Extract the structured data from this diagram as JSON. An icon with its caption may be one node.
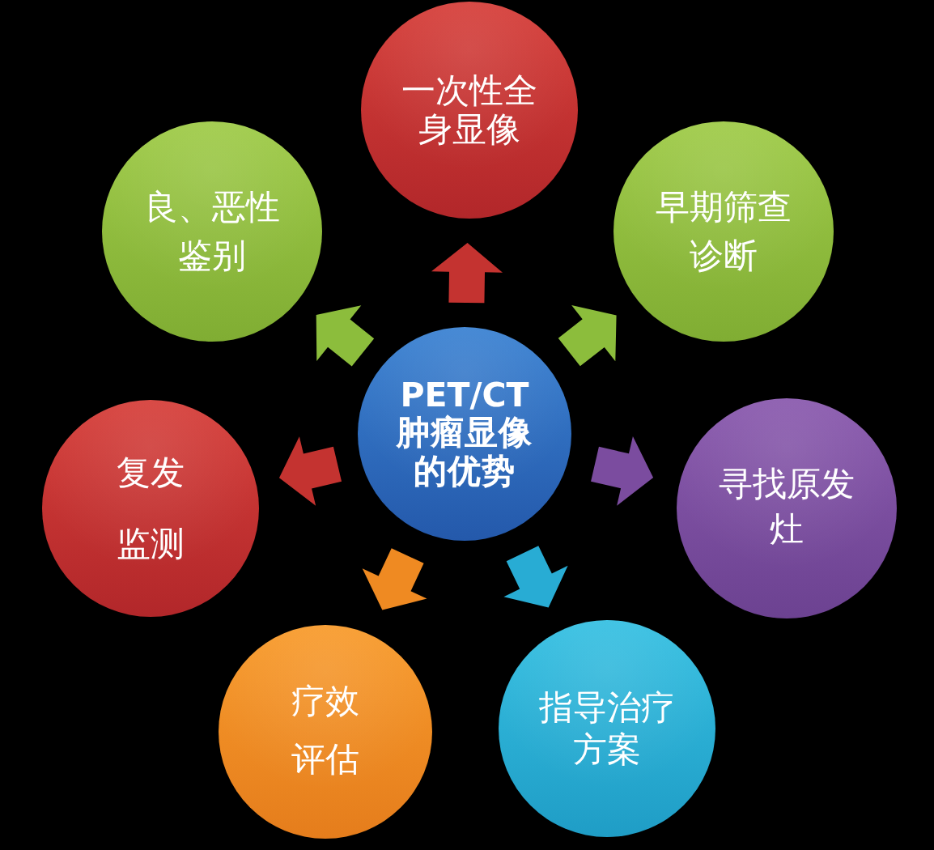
{
  "diagram": {
    "nodes": [
      {
        "text": [
          "一次性全身显像"
        ]
      },
      {
        "text": [
          "良、恶性鉴别"
        ]
      },
      {
        "text": [
          "早期筛查诊断"
        ]
      },
      {
        "text": [
          "PET/CT肿瘤显像的优势"
        ]
      },
      {
        "text": [
          "复发监测"
        ]
      },
      {
        "text": [
          "寻找原发灶"
        ]
      },
      {
        "text": [
          "疗效评估"
        ]
      },
      {
        "text": [
          "指导治疗方案"
        ]
      }
    ],
    "edges": [
      {
        "from": 3,
        "to": 0,
        "arrow": "to",
        "color": "#c43330"
      },
      {
        "from": 3,
        "to": 2,
        "arrow": "to",
        "color": "#8cbd3c"
      },
      {
        "from": 3,
        "to": 5,
        "arrow": "to",
        "color": "#7b4c9f"
      },
      {
        "from": 3,
        "to": 7,
        "arrow": "to",
        "color": "#28acd4"
      },
      {
        "from": 3,
        "to": 6,
        "arrow": "to",
        "color": "#ef8a22"
      },
      {
        "from": 3,
        "to": 4,
        "arrow": "to",
        "color": "#c43330"
      },
      {
        "from": 3,
        "to": 1,
        "arrow": "to",
        "color": "#8cbd3c"
      }
    ]
  }
}
